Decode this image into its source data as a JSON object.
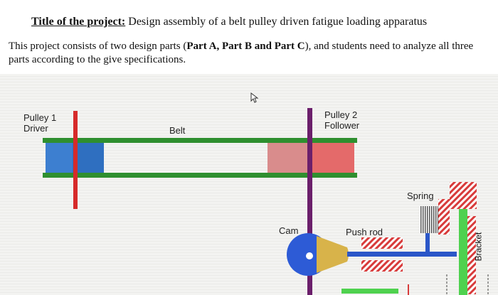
{
  "header": {
    "title_label": "Title of the project:",
    "title_text": " Design assembly of a belt pulley driven fatigue loading apparatus"
  },
  "intro": {
    "part1": "This project consists of two design parts (",
    "parts": "Part A, Part B and Part C",
    "part2": "), and students need to analyze all three parts according to the give specifications."
  },
  "diagram": {
    "pulley1_line1": "Pulley 1",
    "pulley1_line2": "Driver",
    "belt": "Belt",
    "pulley2_line1": "Pulley 2",
    "pulley2_line2": "Follower",
    "spring": "Spring",
    "cam": "Cam",
    "push_rod": "Push rod",
    "bracket": "Bracket"
  },
  "colors": {
    "belt_green": "#2f8f2f",
    "pulley1_blue": "#3d7fd0",
    "pulley2_red": "#e46a6a",
    "driver_shaft_red": "#d62a2a",
    "follower_shaft_purple": "#6b1f6b",
    "cam_blue": "#2d5bd6",
    "cam_lobe_gold": "#d8b34a",
    "push_rod_blue": "#2b57c8",
    "bracket_green": "#4fd14f",
    "hatch_red": "#d83b3b"
  }
}
